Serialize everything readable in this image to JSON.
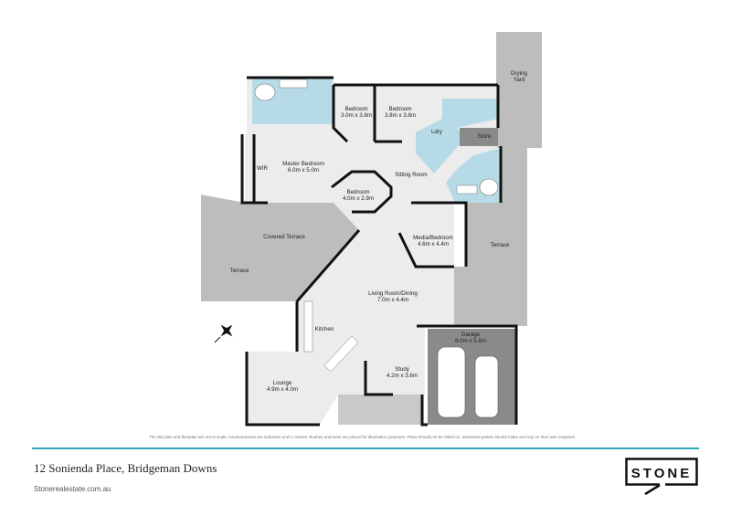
{
  "rooms": {
    "drying_yard": "Drying\nYard",
    "drying_yard_l1": "Drying",
    "drying_yard_l2": "Yard",
    "bedroom2": {
      "name": "Bedroom",
      "dims": "3.0m x 3.8m"
    },
    "bedroom3": {
      "name": "Bedroom",
      "dims": "3.8m x 3.8m"
    },
    "laundry": "Ldry",
    "store": "Store",
    "wir": "WIR",
    "master": {
      "name": "Master Bedroom",
      "dims": "6.0m x 5.0m"
    },
    "sitting": "Sitting Room",
    "bedroom4": {
      "name": "Bedroom",
      "dims": "4.0m x 2.9m"
    },
    "covered_terrace": "Covered Terrace",
    "terrace_left": "Terrace",
    "terrace_right": "Terrace",
    "media": {
      "name": "Media/Bedroom",
      "dims": "4.6m x 4.4m"
    },
    "living": {
      "name": "Living Room/Dining",
      "dims": "7.0m x 4.4m"
    },
    "kitchen": "Kitchen",
    "garage": {
      "name": "Garage",
      "dims": "6.0m x 5.8m"
    },
    "study": {
      "name": "Study",
      "dims": "4.2m x 3.6m"
    },
    "lounge": {
      "name": "Lounge",
      "dims": "4.9m x 4.0m"
    }
  },
  "footer": {
    "disclaimer": "The site plan and floorplan are not to scale, measurements are indicative and in metres. Bushes and trees are placed for illustration purposes. Plans should not be relied on. Interested parties should make and rely on their own enquiries.",
    "address": "12 Sonienda Place, Bridgeman Downs",
    "website": "Stonerealestate.com.au",
    "logo_text": "STONE"
  },
  "colors": {
    "interior": "#ececec",
    "terrace": "#bdbdbd",
    "garage": "#8a8a8a",
    "wet_area": "#b7dbe6",
    "accent_rule": "#2aa9b8"
  },
  "icons": [
    "compass-icon",
    "car-icon",
    "bathtub-icon"
  ]
}
